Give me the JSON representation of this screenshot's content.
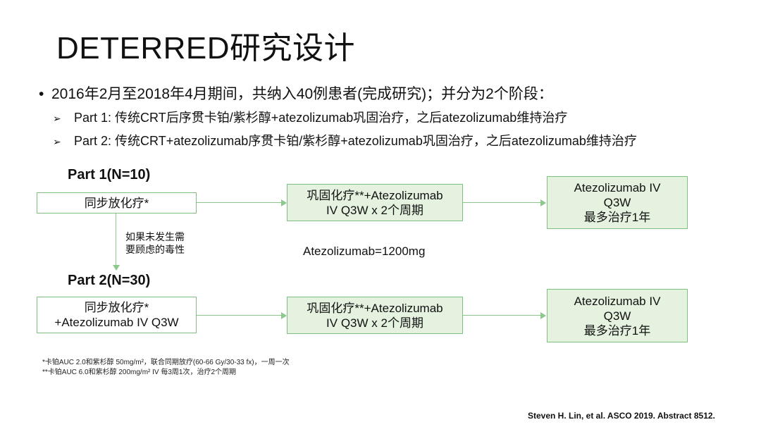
{
  "title": "DETERRED研究设计",
  "bullet": {
    "symbol": "•",
    "text": "2016年2月至2018年4月期间，共纳入40例患者(完成研究)；并分为2个阶段："
  },
  "sub_items": [
    {
      "symbol": "➢",
      "text": "Part 1:  传统CRT后序贯卡铂/紫杉醇+atezolizumab巩固治疗，之后atezolizumab维持治疗"
    },
    {
      "symbol": "➢",
      "text": "Part 2:  传统CRT+atezolizumab序贯卡铂/紫杉醇+atezolizumab巩固治疗，之后atezolizumab维持治疗"
    }
  ],
  "diagram": {
    "part1": {
      "label": "Part 1(N=10)",
      "box1": [
        "同步放化疗*"
      ],
      "box2": [
        "巩固化疗**+Atezolizumab",
        "IV Q3W x 2个周期"
      ],
      "box3": [
        "Atezolizumab IV",
        "Q3W",
        "最多治疗1年"
      ]
    },
    "transition_note": [
      "如果未发生需",
      "要顾虑的毒性"
    ],
    "dose": "Atezolizumab=1200mg",
    "part2": {
      "label": "Part 2(N=30)",
      "box1": [
        "同步放化疗*",
        "+Atezolizumab IV Q3W"
      ],
      "box2": [
        "巩固化疗**+Atezolizumab",
        "IV Q3W x 2个周期"
      ],
      "box3": [
        "Atezolizumab IV",
        "Q3W",
        "最多治疗1年"
      ]
    }
  },
  "footnotes": [
    "*卡铂AUC 2.0和紫杉醇 50mg/m²，联合同期放疗(60-66 Gy/30-33 fx)，一周一次",
    "**卡铂AUC 6.0和紫杉醇 200mg/m² IV 每3周1次，治疗2个周期"
  ],
  "citation": "Steven H. Lin, et al. ASCO 2019. Abstract 8512.",
  "colors": {
    "box_border": "#7fbf7f",
    "box_fill": "#e4f2df",
    "connector": "#8cc88c"
  }
}
